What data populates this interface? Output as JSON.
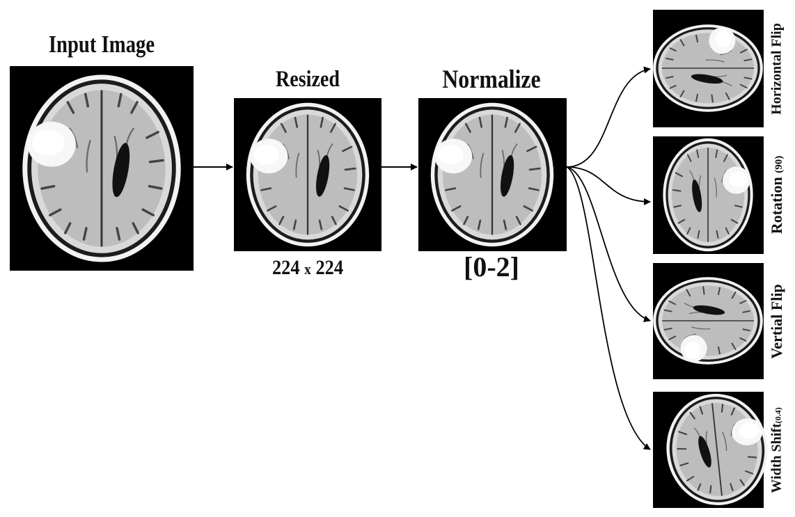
{
  "stages": {
    "input": {
      "title": "Input Image"
    },
    "resized": {
      "title": "Resized",
      "caption_a": "224",
      "caption_x": "x",
      "caption_b": "224"
    },
    "normalize": {
      "title": "Normalize",
      "caption": "[0-2]"
    }
  },
  "augmentations": [
    {
      "label": "Horizontal Flip"
    },
    {
      "label": "Rotation",
      "suffix": "(90)"
    },
    {
      "label": "Vertial Flip"
    },
    {
      "label": "Width Shift",
      "suffix": "(0.4)"
    }
  ],
  "colors": {
    "frame": "#000000",
    "brain": "#c9c9c9",
    "tumor": "#f7f7f7",
    "text": "#111111"
  },
  "icons": {
    "scan": "mri-brain-icon",
    "arrow": "arrow-right-icon"
  }
}
